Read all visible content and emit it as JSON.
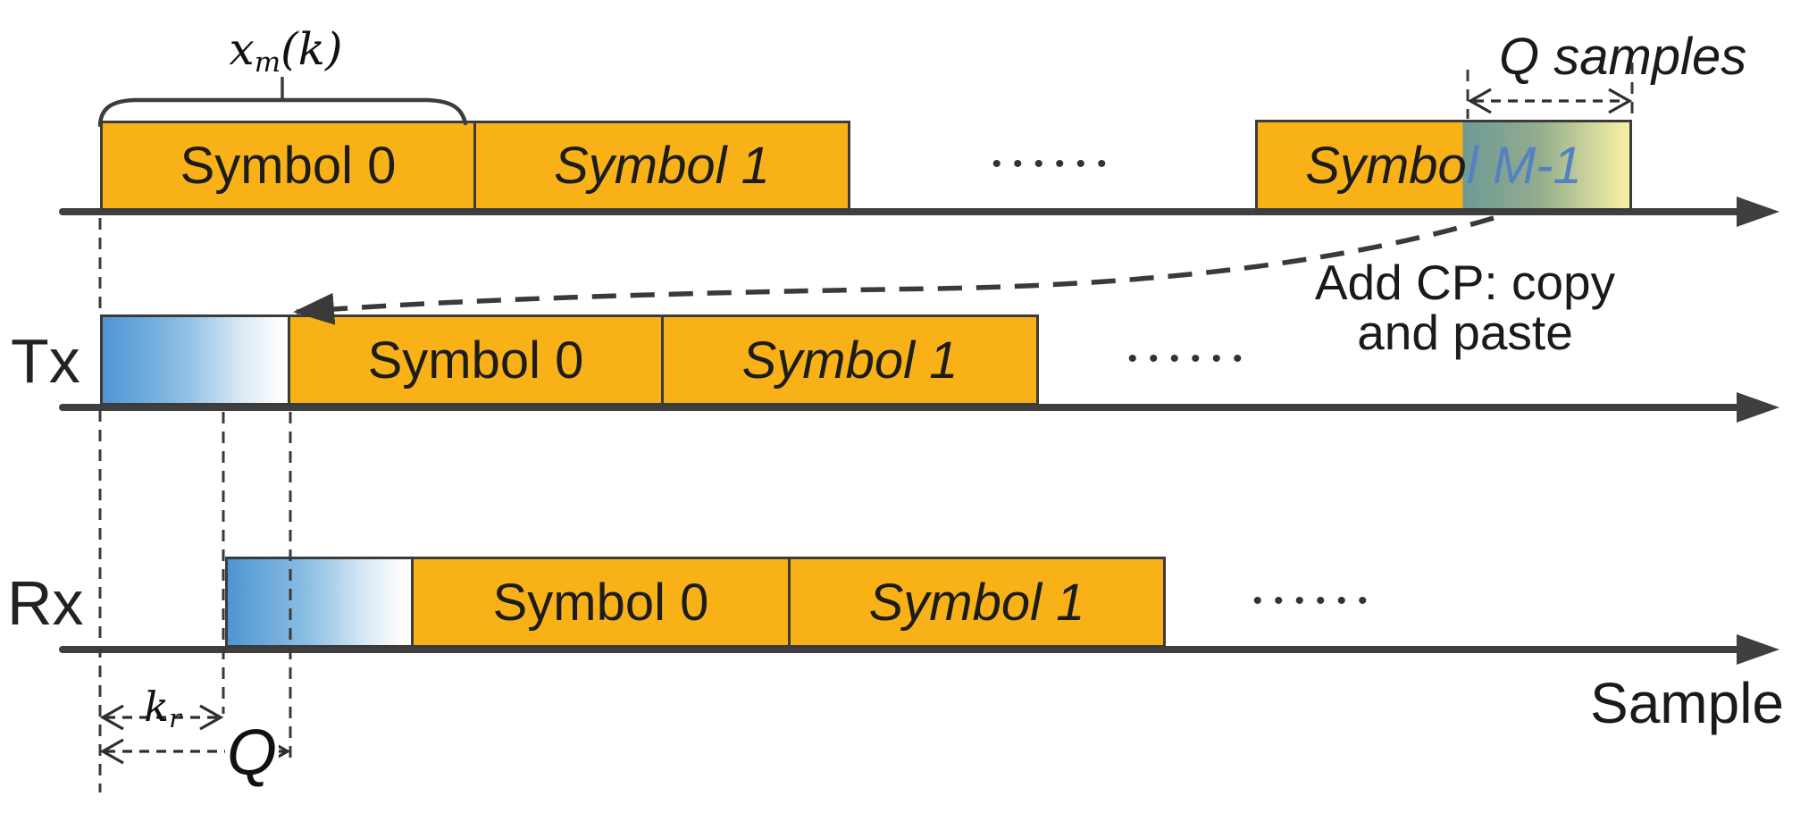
{
  "labels": {
    "xmk": {
      "base": "x",
      "sub": "m",
      "rest": "(k)"
    },
    "q_samples": "Q samples",
    "add_cp": {
      "line1": "Add CP: copy",
      "line2": "and paste"
    },
    "tx": "Tx",
    "rx": "Rx",
    "sample": "Sample",
    "kr": {
      "base": "k",
      "sub": "r"
    },
    "q": "Q",
    "ellipsis": "••••••"
  },
  "rows": {
    "modulated": {
      "symbol0": "Symbol 0",
      "symbol1": "Symbol 1",
      "symbol_m": {
        "black_part": "Symbo",
        "blue_part": "l M-1"
      }
    },
    "tx": {
      "symbol0": "Symbol 0",
      "symbol1": "Symbol 1"
    },
    "rx": {
      "symbol0": "Symbol 0",
      "symbol1": "Symbol 1"
    }
  },
  "colors": {
    "block_orange": "#f9b118",
    "outline": "#3b3b3b",
    "axis": "#3f3f3f",
    "cp_gradient_start": "#4e95d3",
    "cp_gradient_end": "#fefeff",
    "m1_gradient_start": "#6e9a95",
    "m1_gradient_end": "#f1eda4",
    "m1_text_blue": "#5580c2",
    "dashed_line": "#3a3a3a"
  }
}
